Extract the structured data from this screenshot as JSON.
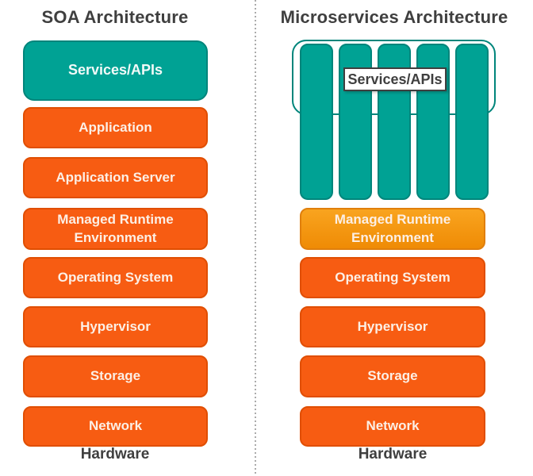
{
  "colors": {
    "teal_fill": "#00A294",
    "teal_border": "#00857B",
    "orange_fill": "#F75C12",
    "orange_border": "#E04E02",
    "amber_fill": "#F7941E",
    "amber_border": "#E07F0C",
    "dark_text": "#3F3F3F",
    "divider_dots": "#ABABAB",
    "box_text": "#FCEFE5"
  },
  "left": {
    "title": "SOA Architecture",
    "layers": [
      {
        "label": "Services/APIs"
      },
      {
        "label": "Application"
      },
      {
        "label": "Application Server"
      },
      {
        "label": "Managed Runtime Environment"
      },
      {
        "label": "Operating System"
      },
      {
        "label": "Hypervisor"
      },
      {
        "label": "Storage"
      },
      {
        "label": "Network"
      }
    ],
    "hardware_label": "Hardware"
  },
  "right": {
    "title": "Microservices Architecture",
    "services_overlay_label": "Services/APIs",
    "microservices_count": 5,
    "layers": [
      {
        "label": "Managed Runtime Environment"
      },
      {
        "label": "Operating System"
      },
      {
        "label": "Hypervisor"
      },
      {
        "label": "Storage"
      },
      {
        "label": "Network"
      }
    ],
    "hardware_label": "Hardware"
  }
}
